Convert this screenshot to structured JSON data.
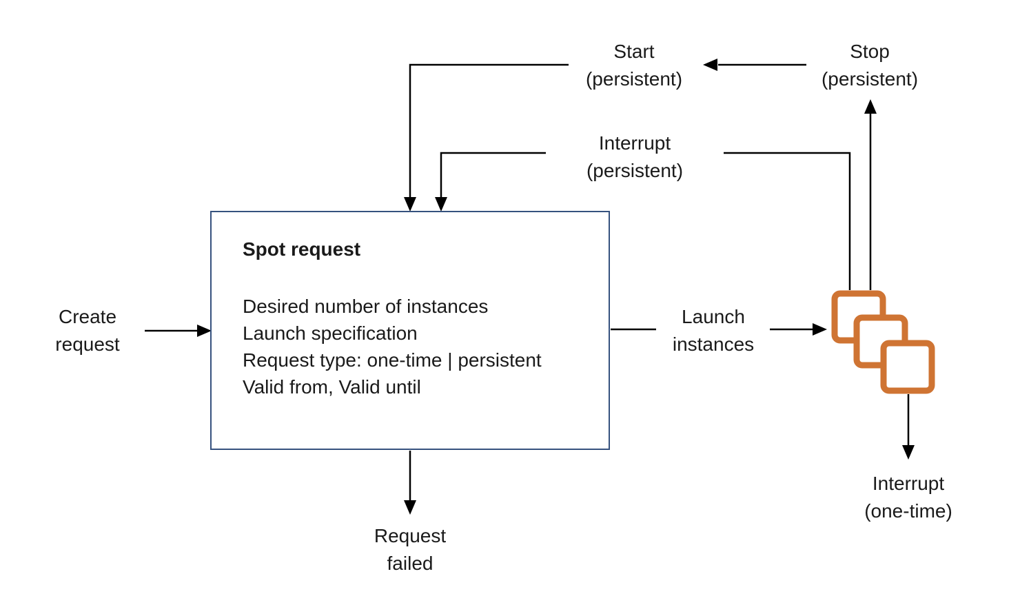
{
  "colors": {
    "background": "#ffffff",
    "line_color": "#000000",
    "text_color": "#1a1a1a",
    "box_border": "#35517e",
    "instance_orange": "#cf7433"
  },
  "spot_request_box": {
    "title": "Spot request",
    "attributes": [
      "Desired number of instances",
      "Launch specification",
      "Request type: one-time | persistent",
      "Valid from, Valid until"
    ]
  },
  "labels": {
    "create_request": {
      "line1": "Create",
      "line2": "request"
    },
    "start_persistent": {
      "line1": "Start",
      "line2": "(persistent)"
    },
    "stop_persistent": {
      "line1": "Stop",
      "line2": "(persistent)"
    },
    "interrupt_persistent": {
      "line1": "Interrupt",
      "line2": "(persistent)"
    },
    "launch_instances": {
      "line1": "Launch",
      "line2": "instances"
    },
    "request_failed": {
      "line1": "Request",
      "line2": "failed"
    },
    "interrupt_one_time": {
      "line1": "Interrupt",
      "line2": "(one-time)"
    }
  },
  "icons": {
    "instances_icon": "ec2-instances-icon"
  }
}
